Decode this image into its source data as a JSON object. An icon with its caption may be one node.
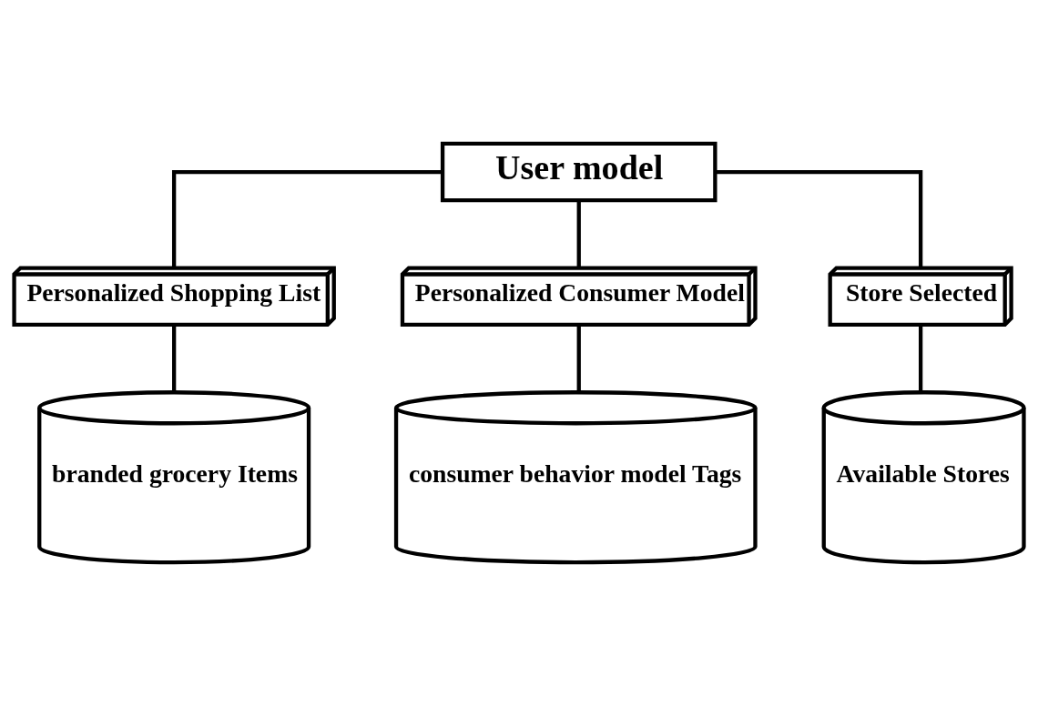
{
  "diagram": {
    "nodes": [
      {
        "text": [
          "User model"
        ]
      },
      {
        "text": [
          "Personalized Shopping List"
        ]
      },
      {
        "text": [
          "branded grocery Items"
        ]
      },
      {
        "text": [
          "Personalized Consumer Model"
        ]
      },
      {
        "text": [
          "consumer behavior model Tags"
        ]
      },
      {
        "text": [
          "Store Selected"
        ]
      },
      {
        "text": [
          "Available Stores"
        ]
      }
    ],
    "edges": [
      {
        "from": 0,
        "to": 1,
        "arrow": "none"
      },
      {
        "from": 0,
        "to": 3,
        "arrow": "none"
      },
      {
        "from": 0,
        "to": 5,
        "arrow": "none"
      },
      {
        "from": 1,
        "to": 2,
        "arrow": "none"
      },
      {
        "from": 3,
        "to": 4,
        "arrow": "none"
      },
      {
        "from": 5,
        "to": 6,
        "arrow": "none"
      }
    ]
  }
}
